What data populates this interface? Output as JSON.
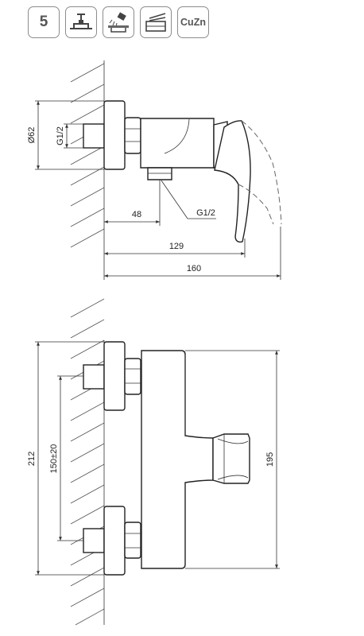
{
  "icons": [
    {
      "name": "flow-class-badge",
      "label": "5"
    },
    {
      "name": "wall-mixer-icon"
    },
    {
      "name": "shower-bath-icon"
    },
    {
      "name": "lever-handle-icon"
    },
    {
      "name": "material-badge",
      "label": "CuZn"
    }
  ],
  "side_view": {
    "diameter_label": "Ø62",
    "thread_label": "G1/2",
    "outlet_thread_label": "G1/2",
    "dim_48": "48",
    "dim_129": "129",
    "dim_160": "160"
  },
  "front_view": {
    "dim_212": "212",
    "dim_150": "150±20",
    "dim_195": "195"
  }
}
